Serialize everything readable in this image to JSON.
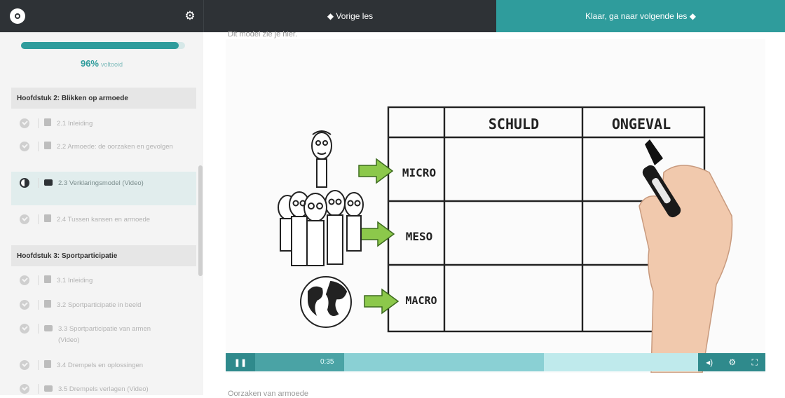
{
  "topbar": {
    "prev_label": "◆ Vorige les",
    "next_label": "Klaar, ga naar volgende les ◆"
  },
  "sidebar": {
    "progress_value": "96%",
    "progress_fraction": 0.96,
    "progress_suffix": "voltooid",
    "chapters": [
      {
        "title": "Hoofdstuk 2: Blikken op armoede",
        "lessons": [
          {
            "title": "2.1 Inleiding",
            "type": "doc",
            "status": "done"
          },
          {
            "title": "2.2 Armoede: de oorzaken en gevolgen",
            "type": "doc",
            "status": "done"
          },
          {
            "title": "2.3 Verklaringsmodel (Video)",
            "type": "video",
            "status": "current"
          },
          {
            "title": "2.4 Tussen kansen en armoede",
            "type": "doc",
            "status": "done"
          }
        ]
      },
      {
        "title": "Hoofdstuk 3: Sportparticipatie",
        "lessons": [
          {
            "title": "3.1 Inleiding",
            "type": "doc",
            "status": "done"
          },
          {
            "title": "3.2 Sportparticipatie in beeld",
            "type": "doc",
            "status": "done"
          },
          {
            "title": "3.3 Sportparticipatie van armen (Video)",
            "type": "video",
            "status": "done"
          },
          {
            "title": "3.4 Drempels en oplossingen",
            "type": "doc",
            "status": "done"
          },
          {
            "title": "3.5 Drempels verlagen (Video)",
            "type": "video",
            "status": "done"
          }
        ]
      }
    ]
  },
  "main": {
    "top_text": "Dit model zie je hier.",
    "bottom_text": "Oorzaken van armoede"
  },
  "whiteboard": {
    "col_headers": [
      "SCHULD",
      "ONGEVAL"
    ],
    "row_labels": [
      "MICRO",
      "MESO",
      "MACRO"
    ]
  },
  "player": {
    "time": "0:35",
    "played_fraction": 0.22,
    "buffered_fraction": 0.59
  },
  "colors": {
    "accent": "#2f9c9c",
    "dark": "#2e3236"
  }
}
